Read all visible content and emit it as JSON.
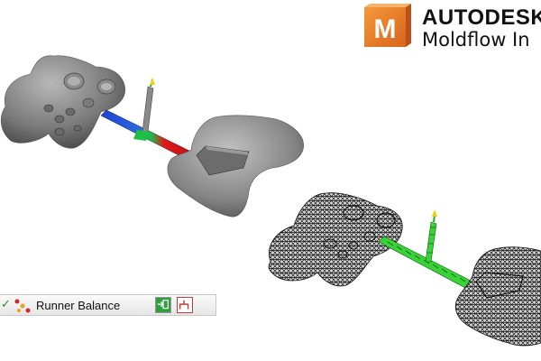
{
  "brand": {
    "logo_letter": "M",
    "title": "AUTODESK",
    "subtitle": "Moldflow In",
    "logo_color": "#f07d1f"
  },
  "scene": {
    "model_top_label": "controller-model-shaded",
    "model_bottom_label": "controller-model-meshed"
  },
  "toolbar": {
    "label": "Runner Balance",
    "check_icon": "✓",
    "icons": [
      "check-icon",
      "runner-balance-icon",
      "export-icon",
      "runner-tree-icon"
    ]
  }
}
